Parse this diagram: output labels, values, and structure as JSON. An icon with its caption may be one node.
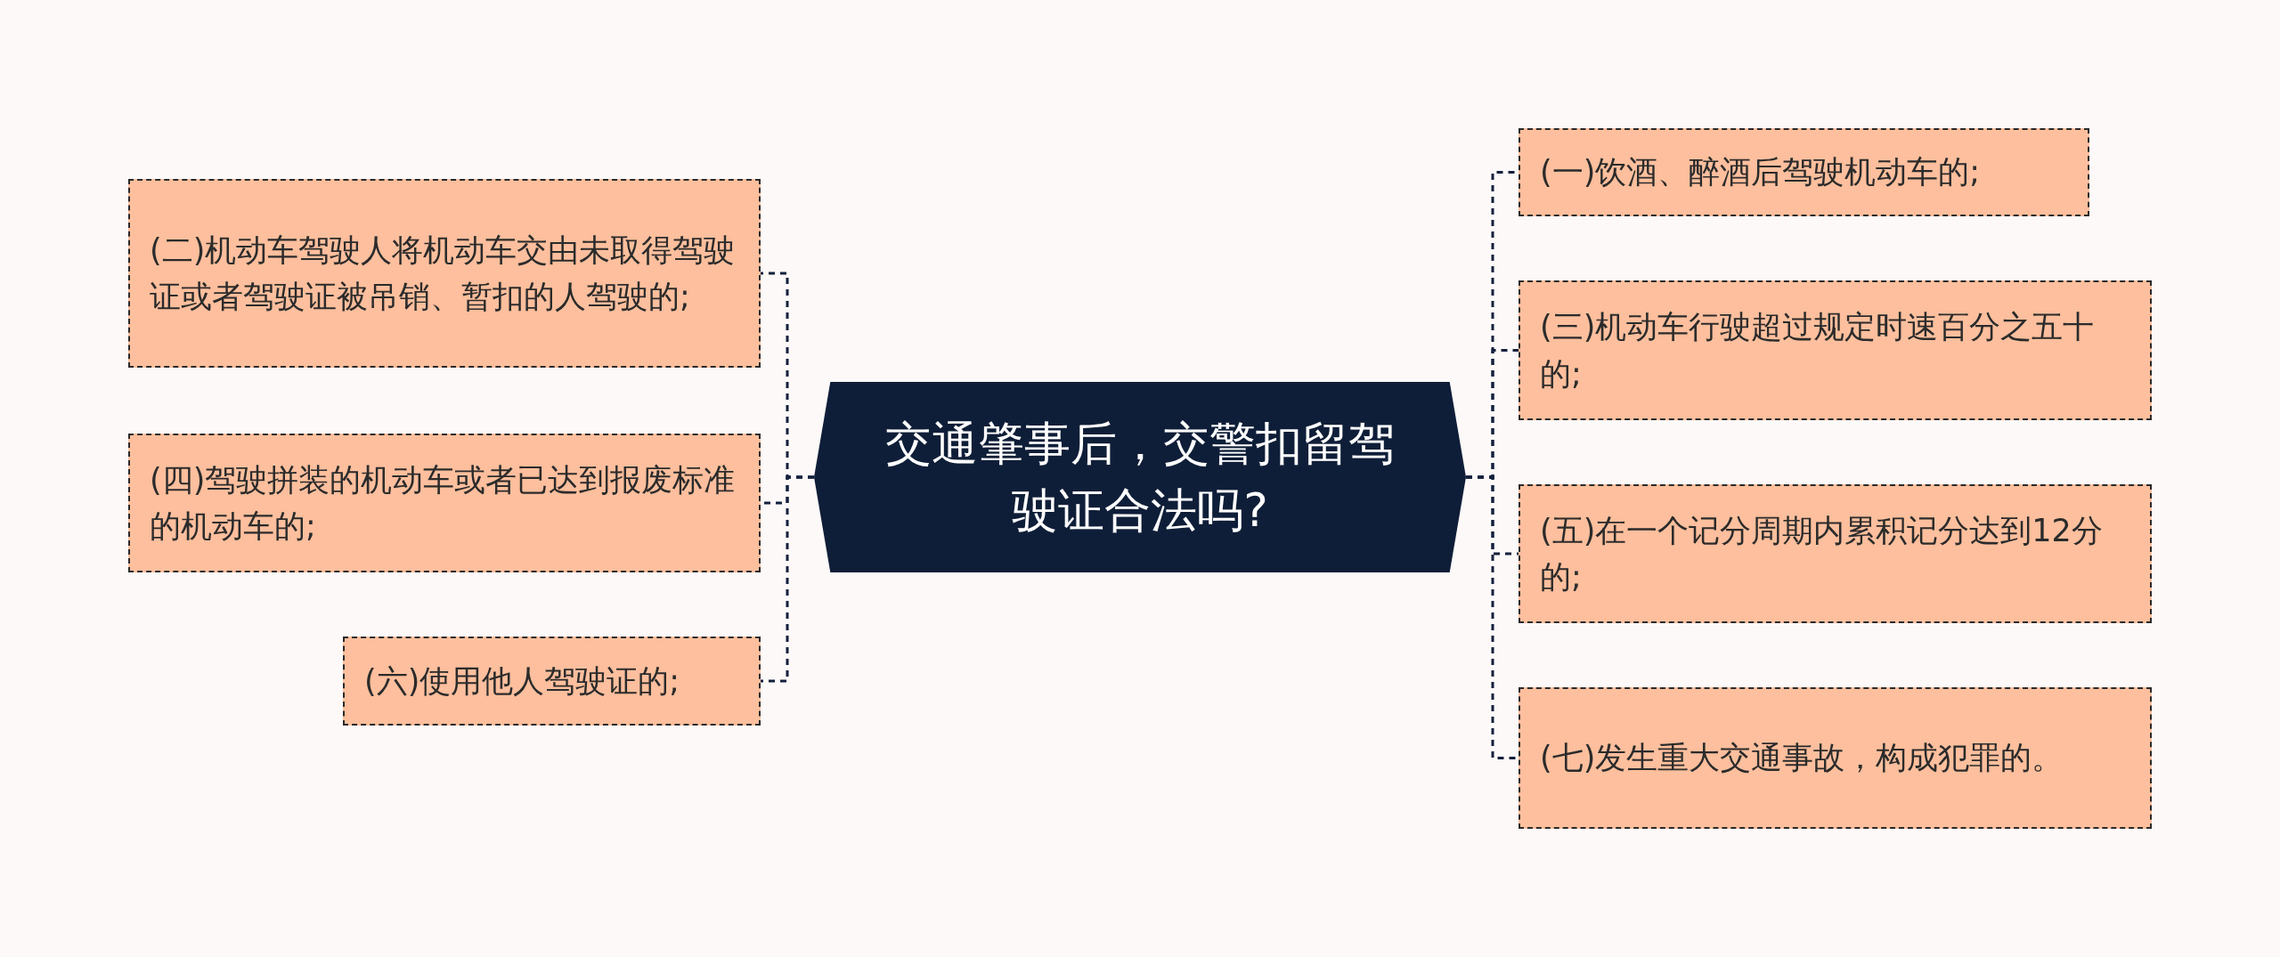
{
  "diagram": {
    "nodes": [
      {
        "text": [
          "交通肇事后，交警扣留驾驶证合法吗?"
        ]
      },
      {
        "text": [
          "(二)机动车驾驶人将机动车交由未取得驾驶证或者驾驶证被吊销、暂扣的人驾驶的;"
        ]
      },
      {
        "text": [
          "(四)驾驶拼装的机动车或者已达到报废标准的机动车的;"
        ]
      },
      {
        "text": [
          "(六)使用他人驾驶证的;"
        ]
      },
      {
        "text": [
          "(一)饮酒、醉酒后驾驶机动车的;"
        ]
      },
      {
        "text": [
          "(三)机动车行驶超过规定时速百分之五十的;"
        ]
      },
      {
        "text": [
          "(五)在一个记分周期内累积记分达到12分的;"
        ]
      },
      {
        "text": [
          "(七)发生重大交通事故，构成犯罪的。"
        ]
      }
    ],
    "edges": [
      {
        "from": 0,
        "to": 1,
        "arrow": "none",
        "style": "dashed"
      },
      {
        "from": 0,
        "to": 2,
        "arrow": "none",
        "style": "dashed"
      },
      {
        "from": 0,
        "to": 3,
        "arrow": "none",
        "style": "dashed"
      },
      {
        "from": 0,
        "to": 4,
        "arrow": "none",
        "style": "dashed"
      },
      {
        "from": 0,
        "to": 5,
        "arrow": "none",
        "style": "dashed"
      },
      {
        "from": 0,
        "to": 6,
        "arrow": "none",
        "style": "dashed"
      },
      {
        "from": 0,
        "to": 7,
        "arrow": "none",
        "style": "dashed"
      }
    ]
  }
}
